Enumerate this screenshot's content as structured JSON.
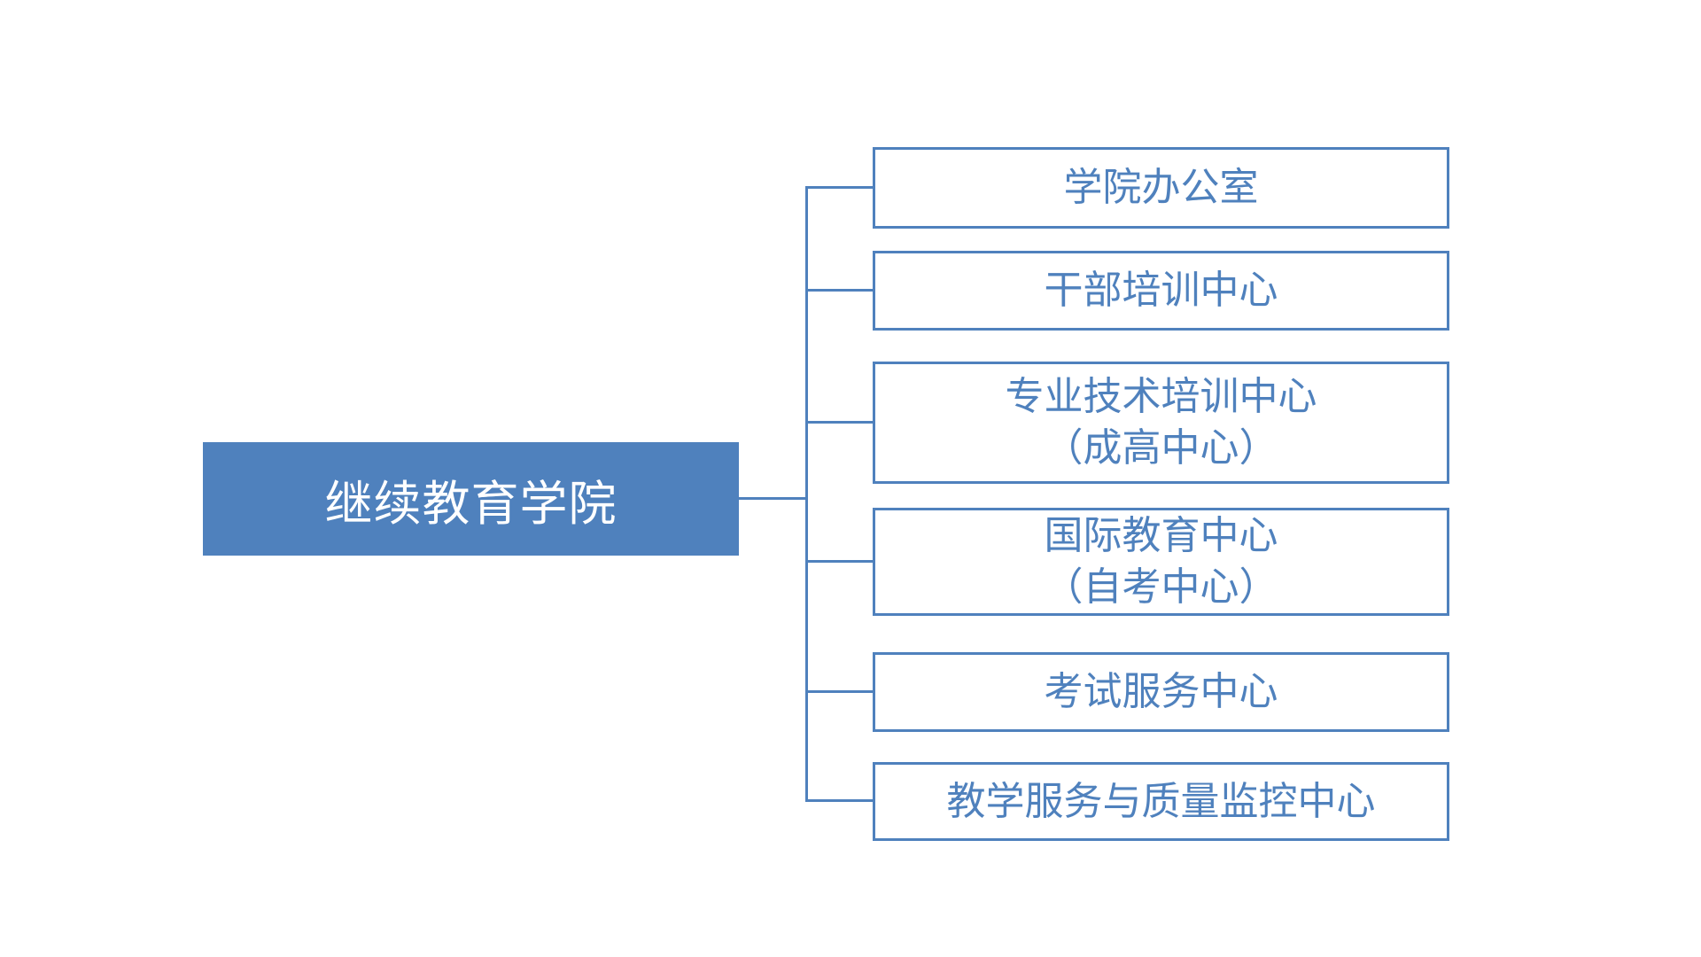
{
  "diagram": {
    "type": "org-chart",
    "root": {
      "label": "继续教育学院"
    },
    "children": [
      {
        "label": "学院办公室"
      },
      {
        "label": "干部培训中心"
      },
      {
        "label": "专业技术培训中心",
        "line2": "（成高中心）"
      },
      {
        "label": "国际教育中心",
        "line2": "（自考中心）"
      },
      {
        "label": "考试服务中心"
      },
      {
        "label": "教学服务与质量监控中心"
      }
    ],
    "colors": {
      "accent": "#4F81BD",
      "box_fill": "#FFFFFF",
      "root_text": "#FFFFFF",
      "background": "#FFFFFF"
    }
  }
}
